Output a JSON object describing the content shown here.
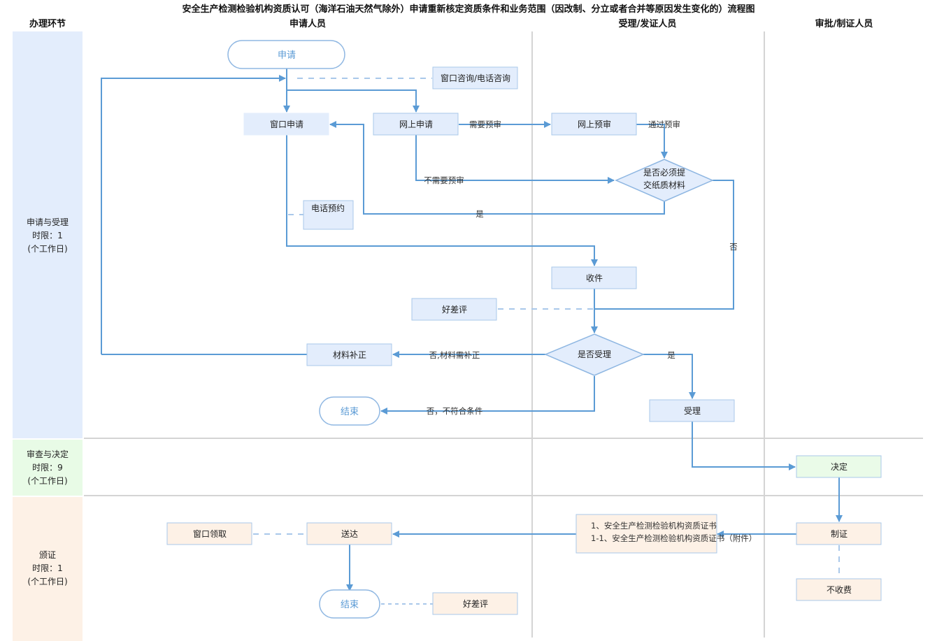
{
  "title": "安全生产检测检验机构资质认可（海洋石油天然气除外）申请重新核定资质条件和业务范围（因改制、分立或者合并等原因发生变化的）流程图",
  "headers": {
    "phase": "办理环节",
    "lane1": "申请人员",
    "lane2": "受理/发证人员",
    "lane3": "审批/制证人员"
  },
  "phases": [
    {
      "name": "申请与受理",
      "limit": "时限：1",
      "unit": "(个工作日)",
      "color": "#e3edfc"
    },
    {
      "name": "审查与决定",
      "limit": "时限：9",
      "unit": "(个工作日)",
      "color": "#e8fbe6"
    },
    {
      "name": "颁证",
      "limit": "时限：1",
      "unit": "(个工作日)",
      "color": "#fdf1e6"
    }
  ],
  "colors": {
    "line": "#5b9bd5",
    "box_blue": "#e3edfc",
    "box_green": "#eafbe8",
    "box_orange": "#fdf1e6",
    "box_border": "#a9c8ea",
    "divider": "#d4d4d4"
  },
  "nodes": {
    "apply": "申请",
    "consult": "窗口咨询/电话咨询",
    "window_apply": "窗口申请",
    "online_apply": "网上申请",
    "online_precheck": "网上预审",
    "paper_required": [
      "是否必须提",
      "交纸质材料"
    ],
    "phone_appointment": "电话预约",
    "receive": "收件",
    "rating1": "好差评",
    "accept_decision": "是否受理",
    "supplement": "材料补正",
    "end1": "结束",
    "accept": "受理",
    "decide": "决定",
    "make_cert": "制证",
    "no_fee": "不收费",
    "certs": [
      "1、安全生产检测检验机构资质证书",
      "1-1、安全生产检测检验机构资质证书（附件）"
    ],
    "deliver": "送达",
    "window_pickup": "窗口领取",
    "end2": "结束",
    "rating2": "好差评"
  },
  "edge_labels": {
    "need_precheck": "需要预审",
    "pass_precheck": "通过预审",
    "no_precheck": "不需要预审",
    "yes_paper": "是",
    "no_paper": "否",
    "no_supplement": "否,材料需补正",
    "yes_accept": "是",
    "no_unqualified": "否，不符合条件"
  }
}
